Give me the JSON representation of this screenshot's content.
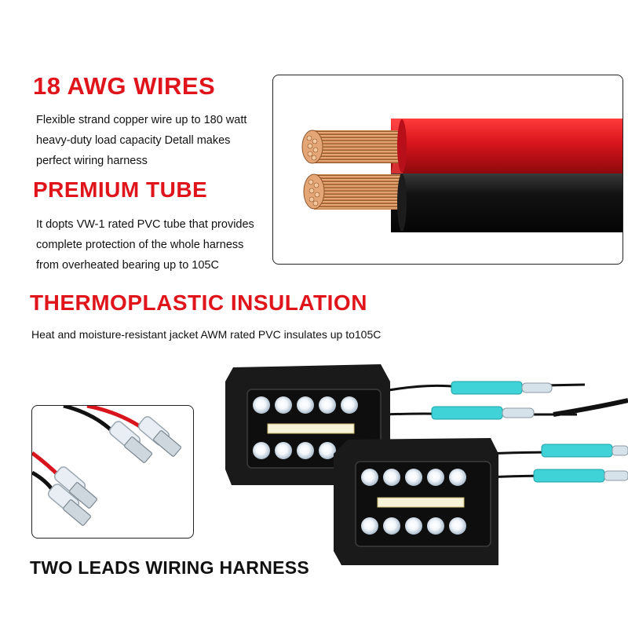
{
  "sections": [
    {
      "heading": "18 AWG WIRES",
      "lines": [
        "Flexible strand copper wire up to 180 watt",
        "heavy-duty load capacity Detall makes",
        "perfect wiring harness"
      ]
    },
    {
      "heading": "PREMIUM TUBE",
      "lines": [
        "It dopts VW-1 rated PVC tube that provides",
        "complete protection of the whole harness",
        "from overheated bearing up to 105C"
      ]
    },
    {
      "heading": "THERMOPLASTIC INSULATION",
      "lines": [
        "Heat and moisture-resistant jacket AWM rated PVC insulates up to105C"
      ]
    }
  ],
  "caption": "TWO LEADS WIRING HARNESS",
  "colors": {
    "heading": "#e0151b",
    "red_wire": "#d8141c",
    "black_wire": "#111111",
    "copper": "#d9905a",
    "connector": "#3fd3d8"
  }
}
